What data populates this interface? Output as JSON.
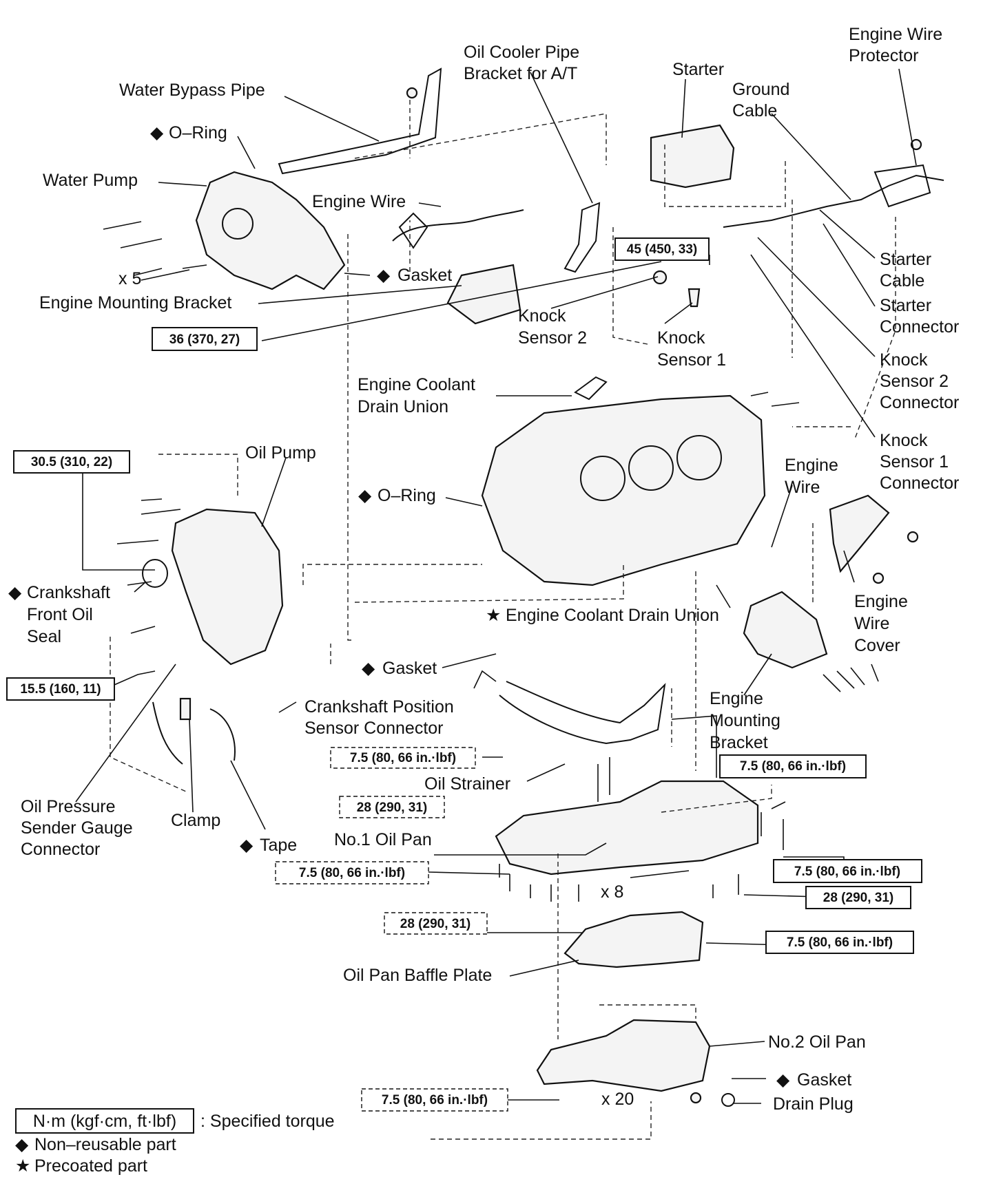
{
  "labels": {
    "water_bypass_pipe": "Water Bypass Pipe",
    "o_ring_top": "O–Ring",
    "water_pump": "Water Pump",
    "engine_wire_top": "Engine Wire",
    "x5": "x 5",
    "gasket_top": "Gasket",
    "engine_mounting_bracket_left": "Engine Mounting Bracket",
    "oil_cooler_pipe_1": "Oil Cooler Pipe",
    "oil_cooler_pipe_2": "Bracket for A/T",
    "starter": "Starter",
    "ground_cable_1": "Ground",
    "ground_cable_2": "Cable",
    "engine_wire_protector_1": "Engine Wire",
    "engine_wire_protector_2": "Protector",
    "starter_cable_1": "Starter",
    "starter_cable_2": "Cable",
    "starter_connector_1": "Starter",
    "starter_connector_2": "Connector",
    "knock_sensor_2_1": "Knock",
    "knock_sensor_2_2": "Sensor 2",
    "knock_sensor_1_1": "Knock",
    "knock_sensor_1_2": "Sensor 1",
    "knock_sensor_2_conn_1": "Knock",
    "knock_sensor_2_conn_2": "Sensor 2",
    "knock_sensor_2_conn_3": "Connector",
    "knock_sensor_1_conn_1": "Knock",
    "knock_sensor_1_conn_2": "Sensor 1",
    "knock_sensor_1_conn_3": "Connector",
    "engine_coolant_drain_union_1": "Engine Coolant",
    "engine_coolant_drain_union_2": "Drain Union",
    "oil_pump": "Oil Pump",
    "o_ring_mid": "O–Ring",
    "engine_wire_right_1": "Engine",
    "engine_wire_right_2": "Wire",
    "crankshaft_seal_1": "Crankshaft",
    "crankshaft_seal_2": "Front Oil",
    "crankshaft_seal_3": "Seal",
    "engine_coolant_drain_union_star": "Engine Coolant Drain Union",
    "engine_wire_cover_1": "Engine",
    "engine_wire_cover_2": "Wire",
    "engine_wire_cover_3": "Cover",
    "gasket_mid": "Gasket",
    "crank_pos_sensor_1": "Crankshaft Position",
    "crank_pos_sensor_2": "Sensor Connector",
    "engine_mounting_bracket_right_1": "Engine",
    "engine_mounting_bracket_right_2": "Mounting",
    "engine_mounting_bracket_right_3": "Bracket",
    "oil_strainer": "Oil Strainer",
    "oil_pressure_1": "Oil Pressure",
    "oil_pressure_2": "Sender Gauge",
    "oil_pressure_3": "Connector",
    "clamp": "Clamp",
    "tape": "Tape",
    "no1_oil_pan": "No.1 Oil Pan",
    "x8": "x 8",
    "oil_pan_baffle_plate": "Oil Pan Baffle Plate",
    "no2_oil_pan": "No.2 Oil Pan",
    "gasket_bottom": "Gasket",
    "drain_plug": "Drain Plug",
    "x20": "x 20"
  },
  "symbols": {
    "diamond": "◆",
    "star": "★"
  },
  "torques": {
    "t45": "45 (450, 33)",
    "t36": "36 (370, 27)",
    "t30_5": "30.5 (310, 22)",
    "t15_5": "15.5 (160, 11)",
    "t7_5_strainer": "7.5 (80, 66 in.·lbf)",
    "t7_5_bracket": "7.5 (80, 66 in.·lbf)",
    "t28_strainer": "28 (290, 31)",
    "t7_5_pan_left": "7.5 (80, 66 in.·lbf)",
    "t7_5_pan_right": "7.5 (80, 66 in.·lbf)",
    "t28_pan_right": "28 (290, 31)",
    "t28_pan_bottom": "28 (290, 31)",
    "t7_5_baffle": "7.5 (80, 66 in.·lbf)",
    "t7_5_no2": "7.5 (80, 66 in.·lbf)"
  },
  "legend": {
    "torque_box": "N·m (kgf·cm, ft·lbf)",
    "torque_text": ": Specified torque",
    "non_reusable": "Non–reusable part",
    "precoated": "Precoated part"
  }
}
